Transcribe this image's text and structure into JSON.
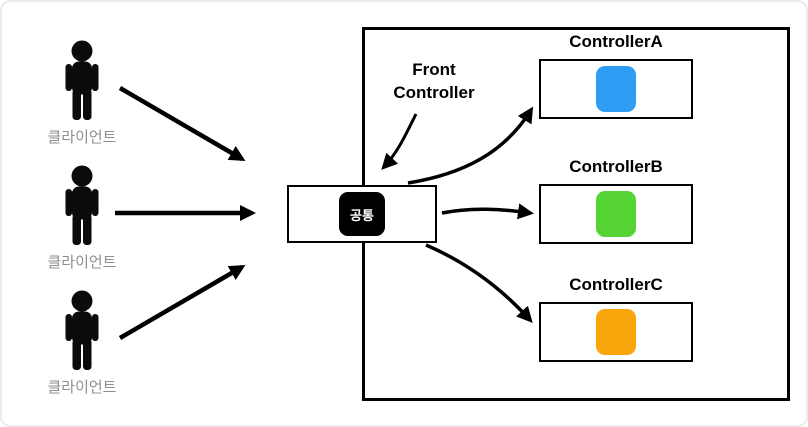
{
  "clients": {
    "items": [
      {
        "label": "클라이언트"
      },
      {
        "label": "클라이언트"
      },
      {
        "label": "클라이언트"
      }
    ]
  },
  "front_controller": {
    "line1": "Front",
    "line2": "Controller"
  },
  "hub": {
    "label": "공통"
  },
  "controllers": [
    {
      "name": "ControllerA",
      "color": "#2e9df3"
    },
    {
      "name": "ControllerB",
      "color": "#55d434"
    },
    {
      "name": "ControllerC",
      "color": "#f9a60a"
    }
  ]
}
